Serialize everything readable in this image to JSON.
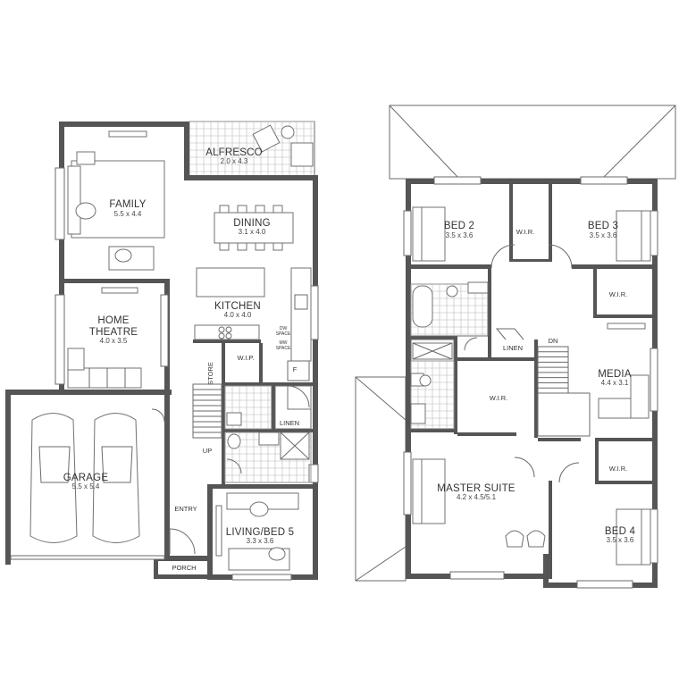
{
  "ground_floor": {
    "alfresco": {
      "name": "ALFRESCO",
      "dims": "2.0 x 4.3"
    },
    "family": {
      "name": "FAMILY",
      "dims": "5.5 x 4.4"
    },
    "dining": {
      "name": "DINING",
      "dims": "3.1 x 4.0"
    },
    "kitchen": {
      "name": "KITCHEN",
      "dims": "4.0 x 4.0"
    },
    "home_theatre": {
      "name1": "HOME",
      "name2": "THEATRE",
      "dims": "4.0 x 3.5"
    },
    "wip": "W.I.P.",
    "store": "STORE",
    "linen": "LINEN",
    "up": "UP",
    "fridge": "F",
    "dw_space": [
      "DW",
      "SPACE"
    ],
    "mw_space": [
      "MW",
      "SPACE"
    ],
    "garage": {
      "name": "GARAGE",
      "dims": "5.5 x 5.4"
    },
    "entry": "ENTRY",
    "living": {
      "name": "LIVING/BED 5",
      "dims": "3.3 x 3.6"
    },
    "porch": "PORCH"
  },
  "upper_floor": {
    "bed2": {
      "name": "BED 2",
      "dims": "3.5 x 3.6"
    },
    "bed3": {
      "name": "BED 3",
      "dims": "3.5 x 3.6"
    },
    "wir_top": "W.I.R.",
    "wir_bed3": "W.I.R.",
    "linen": "LINEN",
    "dn": "DN",
    "media": {
      "name": "MEDIA",
      "dims": "4.4 x 3.1"
    },
    "wir_master": "W.I.R.",
    "master": {
      "name": "MASTER SUITE",
      "dims": "4.2 x 4.5/5.1"
    },
    "wir_bed4": "W.I.R.",
    "bed4": {
      "name": "BED 4",
      "dims": "3.5 x 3.6"
    }
  }
}
